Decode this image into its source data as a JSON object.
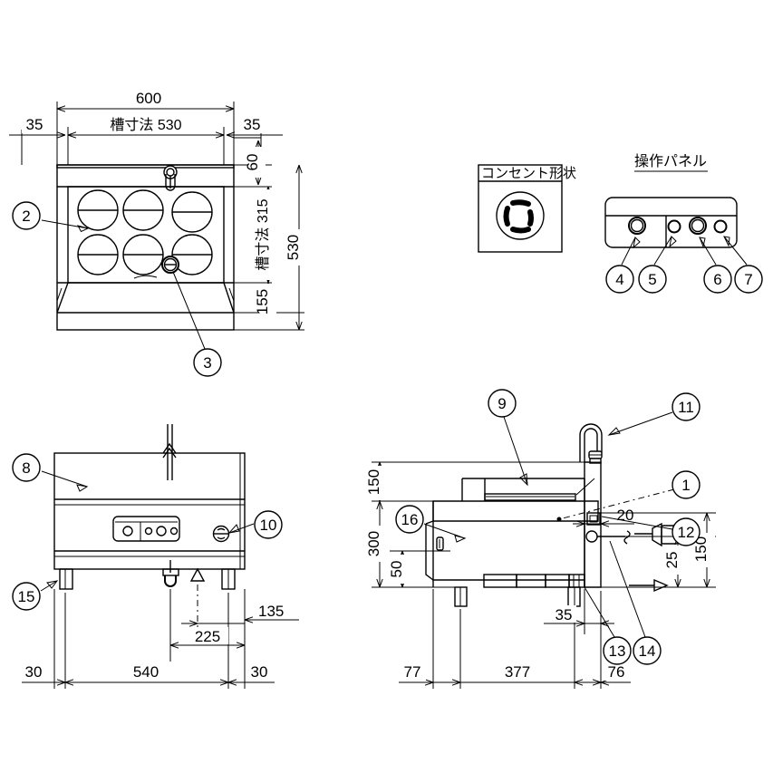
{
  "document": {
    "type": "technical-drawing",
    "title": "Fryer / Noodle Boiler Dimensional Drawing"
  },
  "labels": {
    "outlet_box_title": "コンセント形状",
    "control_panel_title": "操作パネル"
  },
  "top_view": {
    "dimensions": {
      "overall_width": "600",
      "tank_width": "槽寸法 530",
      "left_margin": "35",
      "right_margin": "35",
      "top_band": "60",
      "tank_depth": "槽寸法 315",
      "overall_depth": "530",
      "bottom_band": "155"
    },
    "balloons": [
      "2",
      "3"
    ]
  },
  "outlet_shape": {
    "title": "コンセント形状",
    "icon": "twist-lock-outlet-icon"
  },
  "control_panel": {
    "title": "操作パネル",
    "balloons": [
      "4",
      "5",
      "6",
      "7"
    ],
    "controls": [
      {
        "id": "4",
        "kind": "knob"
      },
      {
        "id": "5",
        "kind": "lamp"
      },
      {
        "id": "6",
        "kind": "knob"
      },
      {
        "id": "7",
        "kind": "lamp"
      }
    ]
  },
  "front_view": {
    "dimensions": {
      "left_overhang": "30",
      "leg_span": "540",
      "right_overhang": "30",
      "drain_offset": "225",
      "right_detail": "135"
    },
    "balloons": [
      "8",
      "10",
      "15"
    ]
  },
  "side_view": {
    "dimensions": {
      "upper_height": "150",
      "lower_height": "300",
      "shelf_height": "50",
      "front_offset": "20",
      "valve_height": "25",
      "valve_total": "150",
      "rear_depth": "77",
      "body_depth": "377",
      "front_depth": "76",
      "nozzle_offset": "35"
    },
    "balloons": [
      "9",
      "11",
      "1",
      "12",
      "16",
      "13",
      "14"
    ]
  },
  "colors": {
    "line": "#000000",
    "light_line": "#9a9a9a",
    "background": "#ffffff"
  }
}
